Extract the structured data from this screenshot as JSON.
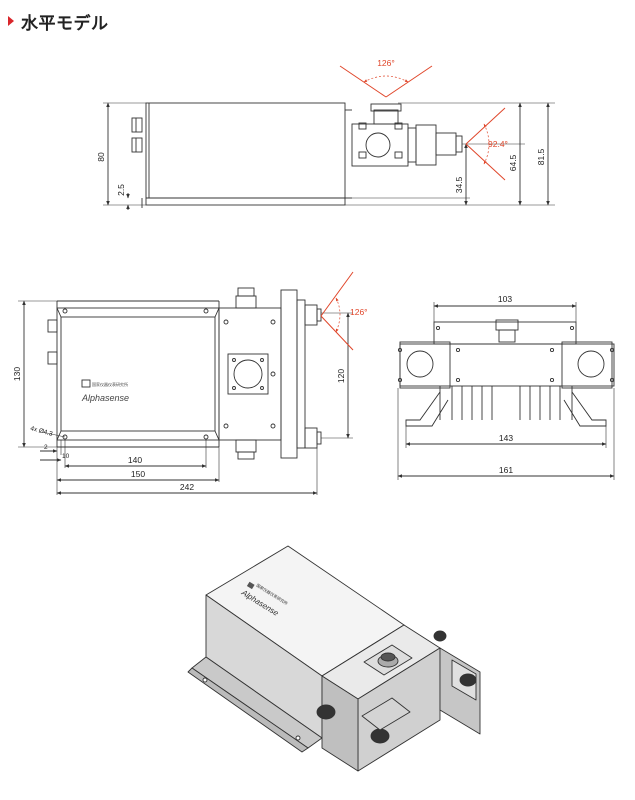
{
  "header": {
    "title": "水平モデル",
    "accent_color": "#d9262b"
  },
  "drawing": {
    "line_color": "#333333",
    "angle_color": "#e0462a",
    "side_view": {
      "dims": {
        "height": "80",
        "base": "2.5",
        "axis_low": "34.5",
        "axis_mid": "64.5",
        "total_height": "81.5"
      },
      "angles": {
        "top_cone": "126°",
        "side_cone": "92.4°"
      }
    },
    "top_view": {
      "dims": {
        "height": "130",
        "axis": "120",
        "hole_pitch": "140",
        "body": "150",
        "total": "242",
        "offset_a": "2",
        "offset_b": "10",
        "hole": "4x Ø4.3"
      },
      "angles": {
        "cone": "126°"
      },
      "product_label": "Alphasense",
      "logo_text": "国家仪器仪表研究所"
    },
    "end_view": {
      "dims": {
        "top": "103",
        "bottom": "143",
        "total": "161"
      }
    },
    "iso_view": {
      "product_label": "Alphasense",
      "logo_text": "国家仪器仪表研究所"
    }
  }
}
